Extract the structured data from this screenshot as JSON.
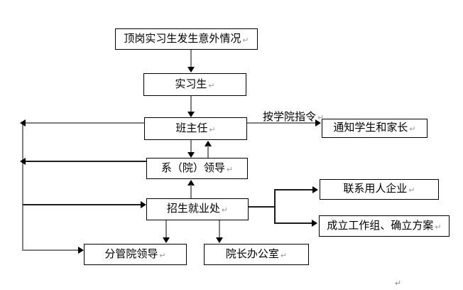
{
  "diagram": {
    "nodes": {
      "incident": {
        "label": "顶岗实习生发生意外情况"
      },
      "intern": {
        "label": "实习生"
      },
      "teacher": {
        "label": "班主任"
      },
      "dept": {
        "label": "系（院）领导"
      },
      "admissions": {
        "label": "招生就业处"
      },
      "vice": {
        "label": "分管院领导"
      },
      "office": {
        "label": "院长办公室"
      },
      "notify": {
        "label": "通知学生和家长"
      },
      "contact": {
        "label": "联系用人企业"
      },
      "workgroup": {
        "label": "成立工作组、确立方案"
      }
    },
    "edge_label": "按学院指令",
    "return_mark": "↵",
    "stray_mark": "↵",
    "colors": {
      "background": "#ffffff",
      "box_border": "#000000",
      "text": "#000000",
      "connector_gray": "#7f7f7f",
      "connector_black": "#1c1c1c",
      "arrowhead": "#000000",
      "formatting_mark": "#9a9a9a"
    }
  }
}
